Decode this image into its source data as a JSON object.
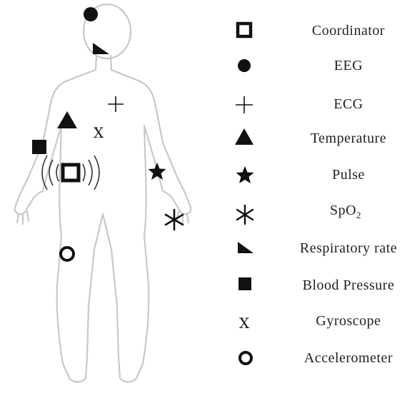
{
  "legend": {
    "items": [
      {
        "symbol": "hollow-square",
        "label": "Coordinator"
      },
      {
        "symbol": "filled-circle",
        "label": "EEG"
      },
      {
        "symbol": "plus",
        "label": "ECG"
      },
      {
        "symbol": "filled-triangle",
        "label": "Temperature"
      },
      {
        "symbol": "star",
        "label": "Pulse"
      },
      {
        "symbol": "asterisk",
        "label": "SpO",
        "sub": "2"
      },
      {
        "symbol": "right-triangle",
        "label": "Respiratory rate"
      },
      {
        "symbol": "filled-square",
        "label": "Blood Pressure"
      },
      {
        "symbol": "x-letter",
        "label": "Gyroscope"
      },
      {
        "symbol": "hollow-circle",
        "label": "Accelerometer"
      }
    ]
  },
  "body_markers": {
    "gyroscope_letter": "X",
    "ecg_glyph": "+",
    "legend_x_glyph": "X"
  },
  "colors": {
    "ink": "#111111",
    "outline": "#c8c8c8"
  }
}
